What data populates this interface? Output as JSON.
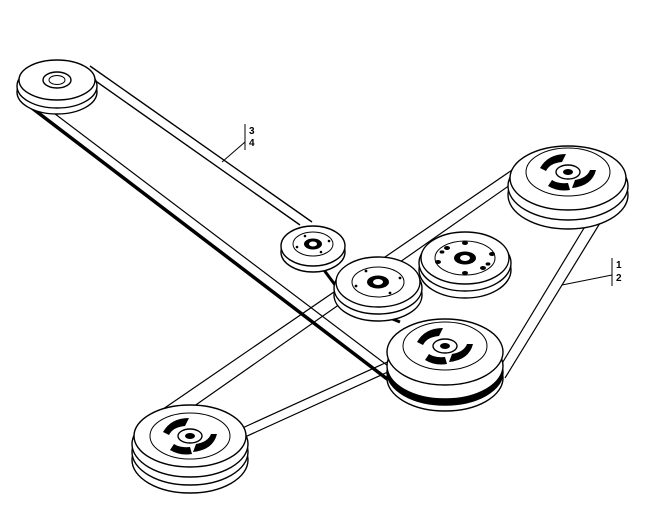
{
  "callouts": {
    "upper": {
      "labels": [
        "3",
        "4"
      ]
    },
    "right": {
      "labels": [
        "1",
        "2"
      ]
    }
  },
  "colors": {
    "ink": "#000000",
    "paper": "#ffffff",
    "shade": "#e8e8e8"
  }
}
